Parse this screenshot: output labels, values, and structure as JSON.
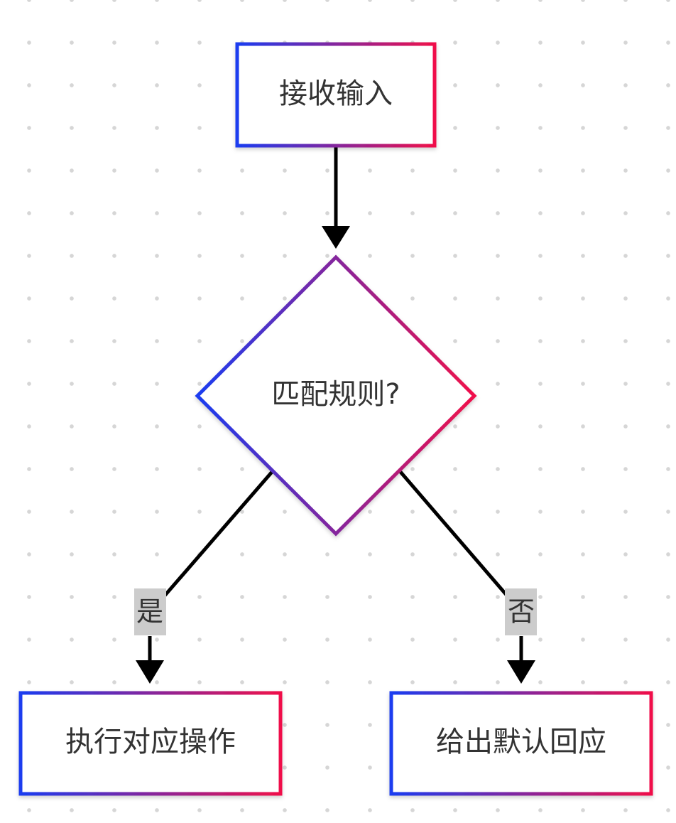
{
  "diagram": {
    "nodes": {
      "receive_input": {
        "label": "接收输入",
        "shape": "rectangle"
      },
      "match_rule": {
        "label": "匹配规则?",
        "shape": "diamond"
      },
      "execute_action": {
        "label": "执行对应操作",
        "shape": "rectangle"
      },
      "default_response": {
        "label": "给出默认回应",
        "shape": "rectangle"
      }
    },
    "edges": {
      "input_to_match": {
        "from": "receive_input",
        "to": "match_rule",
        "label": ""
      },
      "yes_branch": {
        "from": "match_rule",
        "to": "execute_action",
        "label": "是"
      },
      "no_branch": {
        "from": "match_rule",
        "to": "default_response",
        "label": "否"
      }
    }
  },
  "colors": {
    "gradient_start": "#1a3cf0",
    "gradient_end": "#f0104a",
    "arrow": "#000000",
    "edge_label_bg": "#cccccc",
    "dot_grid": "#d6d6d6"
  }
}
